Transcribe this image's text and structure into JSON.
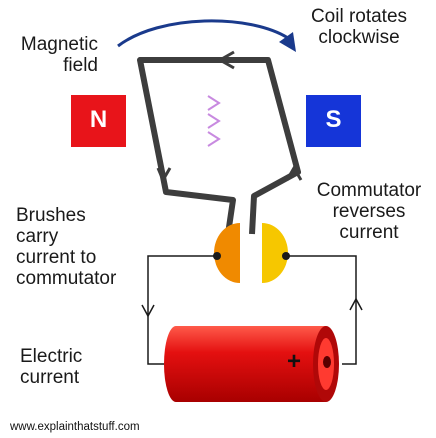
{
  "magnets": {
    "north": "N",
    "south": "S"
  },
  "labels": {
    "magnetic_field": [
      "Magnetic",
      "field"
    ],
    "coil_rotates": [
      "Coil rotates",
      "clockwise"
    ],
    "brushes": [
      "Brushes",
      "carry",
      "current to",
      "commutator"
    ],
    "commutator": [
      "Commutator",
      "reverses",
      "current"
    ],
    "electric_current": [
      "Electric",
      "current"
    ]
  },
  "battery": {
    "plus": "+"
  },
  "footer": "www.explainthatstuff.com",
  "colors": {
    "north": "#e8141a",
    "south": "#1535d8",
    "coil": "#3d3d3d",
    "battery": "#e41010",
    "commutator_left": "#f08a00",
    "commutator_right": "#f6c700",
    "rotation_arrow": "#1a3a8c",
    "field_lines": "#e88aa2",
    "field_arrows": "#c88ae0"
  },
  "icons": {
    "rotation": "curved-arrow-icon",
    "direction": "chevron-arrow-icon"
  }
}
